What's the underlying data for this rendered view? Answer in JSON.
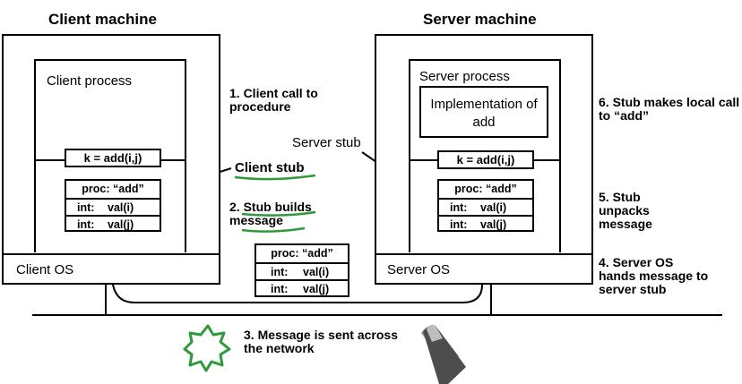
{
  "client": {
    "machine_title": "Client machine",
    "process_label": "Client process",
    "call_text": "k = add(i,j)",
    "stub_label": "Client stub",
    "os_label": "Client OS",
    "message": {
      "proc": "proc: “add”",
      "rows": [
        {
          "type": "int:",
          "val": "val(i)"
        },
        {
          "type": "int:",
          "val": "val(j)"
        }
      ]
    }
  },
  "server": {
    "machine_title": "Server machine",
    "process_label": "Server process",
    "impl_label": "Implementation of add",
    "call_text": "k = add(i,j)",
    "stub_label": "Server stub",
    "os_label": "Server OS",
    "message": {
      "proc": "proc: “add”",
      "rows": [
        {
          "type": "int:",
          "val": "val(i)"
        },
        {
          "type": "int:",
          "val": "val(j)"
        }
      ]
    }
  },
  "network_message": {
    "proc": "proc: “add”",
    "rows": [
      {
        "type": "int:",
        "val": "val(i)"
      },
      {
        "type": "int:",
        "val": "val(j)"
      }
    ]
  },
  "steps": {
    "s1": "1. Client call to procedure",
    "s2_num": "2. ",
    "s2_text": "Stub builds message",
    "s3": "3. Message is sent across the network",
    "s4": "4. Server OS hands message to server stub",
    "s5": "5. Stub unpacks message",
    "s6": "6. Stub makes local call to “add”"
  },
  "colors": {
    "annotation": "#2e9a3a",
    "line": "#000000"
  }
}
